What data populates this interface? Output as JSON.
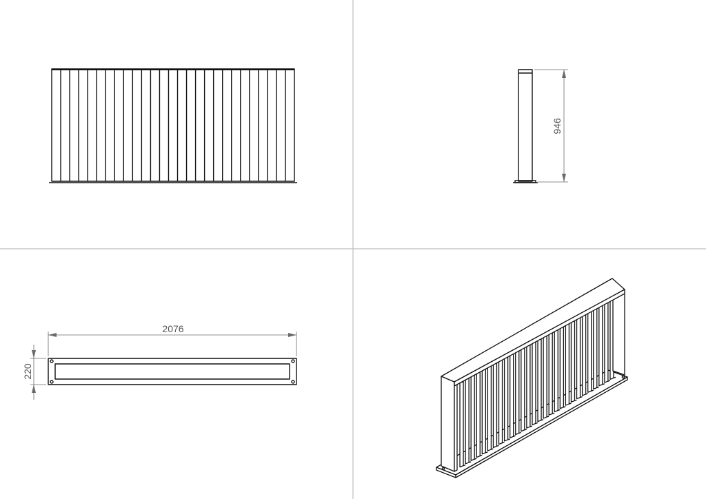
{
  "drawing": {
    "views": [
      "front",
      "side",
      "top",
      "isometric"
    ],
    "dimensions": {
      "height": "946",
      "length": "2076",
      "depth": "220"
    },
    "front_view_slats": 26,
    "iso_slats": 28
  }
}
